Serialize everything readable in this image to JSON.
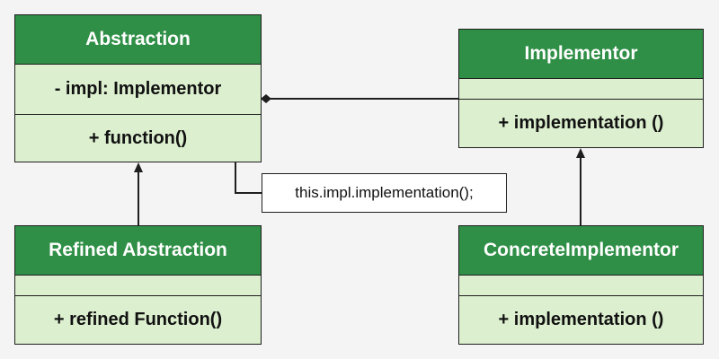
{
  "colors": {
    "background": "#f4f4f4",
    "header_fill": "#2f8f46",
    "body_fill": "#dcefcf",
    "border": "#1f1f1f",
    "header_text": "#ffffff",
    "body_text": "#111111"
  },
  "classes": {
    "abstraction": {
      "name": "Abstraction",
      "attributes": [
        "- impl: Implementor"
      ],
      "methods": [
        "+ function()"
      ]
    },
    "refined_abstraction": {
      "name": "Refined Abstraction",
      "attributes": [],
      "methods": [
        "+ refined Function()"
      ]
    },
    "implementor": {
      "name": "Implementor",
      "attributes": [],
      "methods": [
        "+ implementation ()"
      ]
    },
    "concrete_implementor": {
      "name": "ConcreteImplementor",
      "attributes": [],
      "methods": [
        "+ implementation ()"
      ]
    }
  },
  "note": {
    "text": "this.impl.implementation();"
  },
  "relationships": [
    {
      "type": "aggregation",
      "from": "abstraction",
      "to": "implementor"
    },
    {
      "type": "inheritance",
      "from": "refined_abstraction",
      "to": "abstraction"
    },
    {
      "type": "inheritance",
      "from": "concrete_implementor",
      "to": "implementor"
    },
    {
      "type": "note-anchor",
      "from": "abstraction",
      "to": "note"
    }
  ]
}
